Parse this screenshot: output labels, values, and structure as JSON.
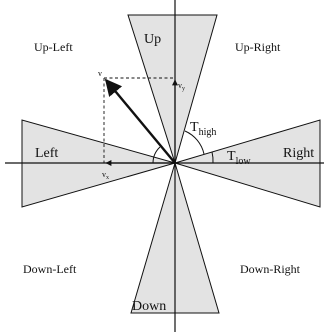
{
  "regions": {
    "up": "Up",
    "down": "Down",
    "left": "Left",
    "right": "Right",
    "up_left": "Up-Left",
    "up_right": "Up-Right",
    "down_left": "Down-Left",
    "down_right": "Down-Right"
  },
  "vector": {
    "v": "v",
    "vx_base": "v",
    "vx_sub": "x",
    "vy_base": "v",
    "vy_sub": "y"
  },
  "thresholds": {
    "high_base": "T",
    "high_sub": "high",
    "low_base": "T",
    "low_sub": "low"
  },
  "colors": {
    "sector_fill": "#e3e3e3",
    "stroke": "#111111"
  }
}
